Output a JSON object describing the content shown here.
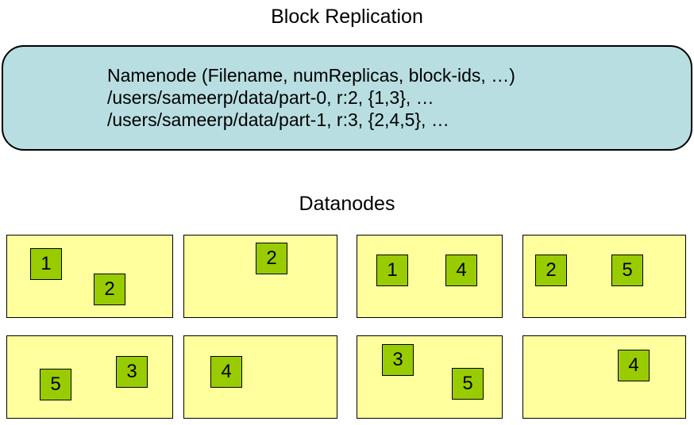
{
  "title": "Block Replication",
  "namenode": {
    "line1": "Namenode (Filename, numReplicas, block-ids, …)",
    "line2": "/users/sameerp/data/part-0, r:2, {1,3}, …",
    "line3": "/users/sameerp/data/part-1, r:3, {2,4,5}, …"
  },
  "datanodes_label": "Datanodes",
  "datanodes": [
    {
      "blocks": [
        "1",
        "2"
      ]
    },
    {
      "blocks": [
        "2"
      ]
    },
    {
      "blocks": [
        "1",
        "4"
      ]
    },
    {
      "blocks": [
        "2",
        "5"
      ]
    },
    {
      "blocks": [
        "5",
        "3"
      ]
    },
    {
      "blocks": [
        "4"
      ]
    },
    {
      "blocks": [
        "3",
        "5"
      ]
    },
    {
      "blocks": [
        "4"
      ]
    }
  ],
  "colors": {
    "namenode_fill": "#B8DEE1",
    "datanode_fill": "#FFFF9E",
    "block_fill": "#99CC00",
    "border": "#000000"
  }
}
